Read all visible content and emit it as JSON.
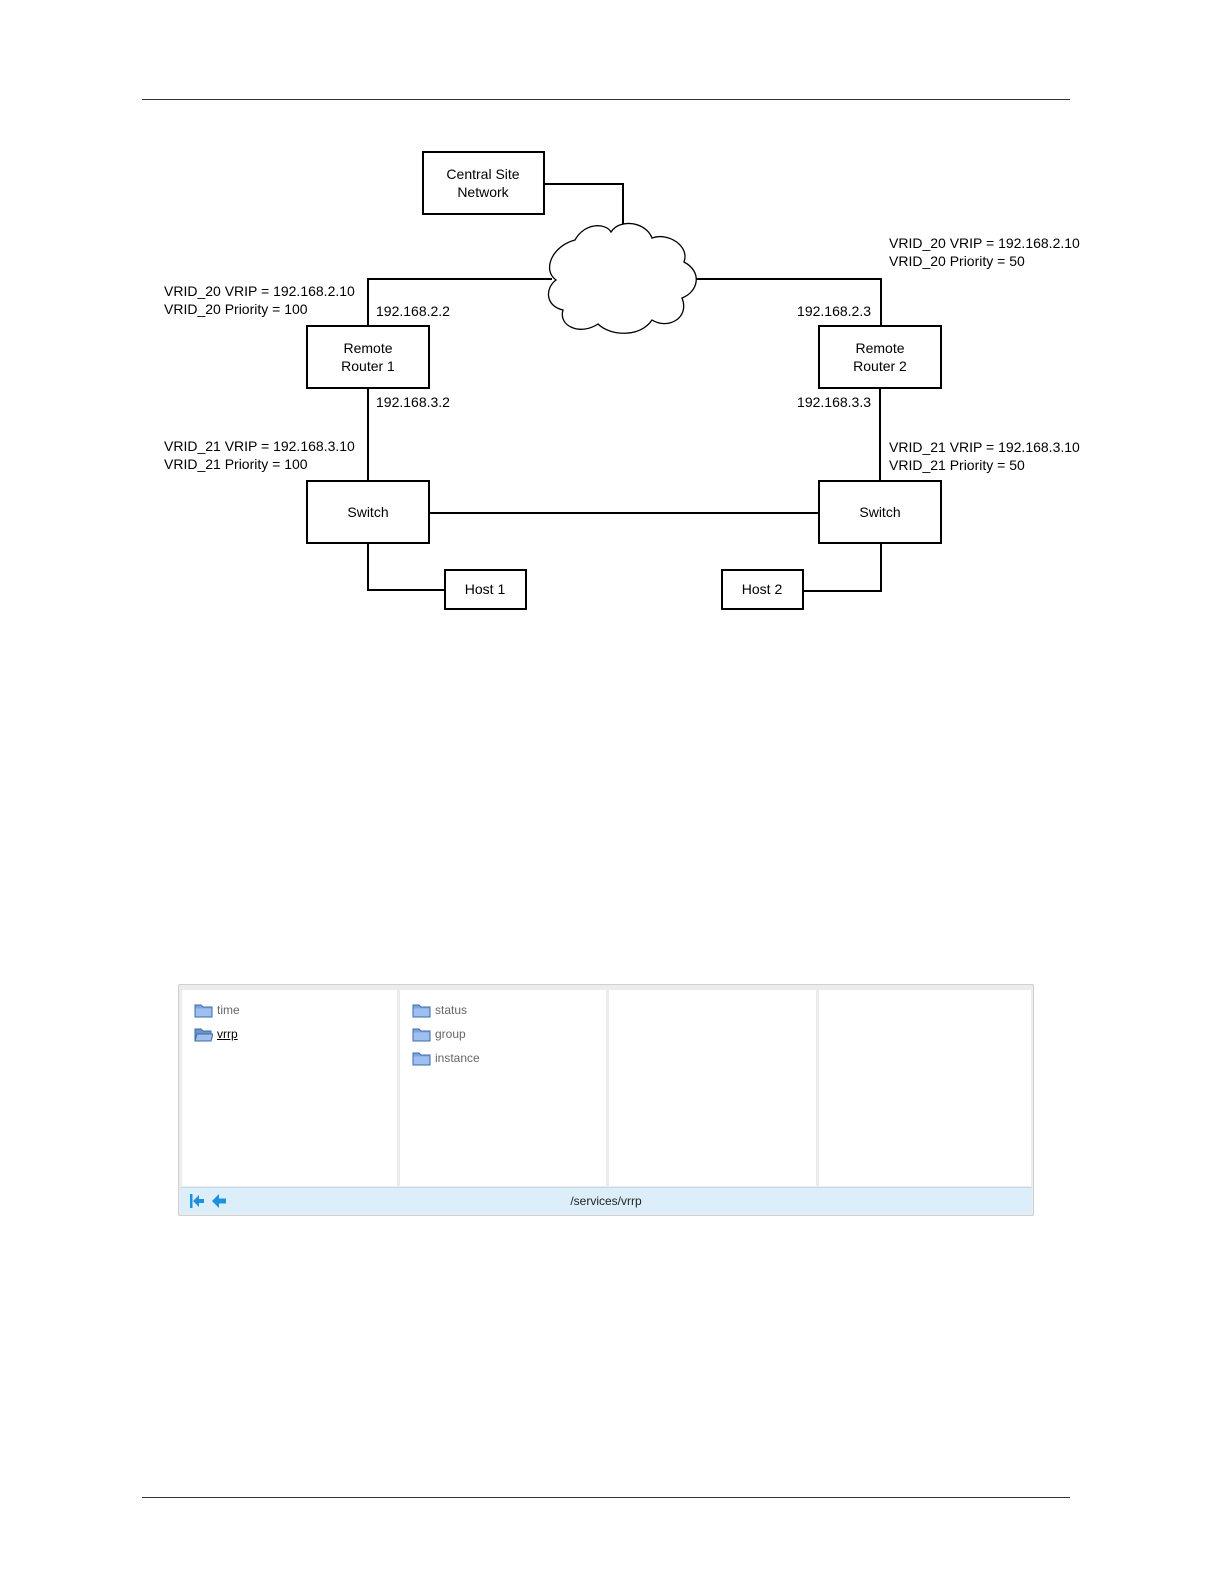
{
  "diagram": {
    "nodes": {
      "central": [
        "Central Site",
        "Network"
      ],
      "router1": [
        "Remote",
        "Router 1"
      ],
      "router2": [
        "Remote",
        "Router 2"
      ],
      "switch1": [
        "Switch"
      ],
      "switch2": [
        "Switch"
      ],
      "host1": [
        "Host 1"
      ],
      "host2": [
        "Host 2"
      ]
    },
    "interfaces": {
      "r1_wan": "192.168.2.2",
      "r1_lan": "192.168.3.2",
      "r2_wan": "192.168.2.3",
      "r2_lan": "192.168.3.3"
    },
    "annotations": {
      "r1_vrid20": [
        "VRID_20 VRIP = 192.168.2.10",
        "VRID_20 Priority = 100"
      ],
      "r1_vrid21": [
        "VRID_21 VRIP = 192.168.3.10",
        "VRID_21 Priority = 100"
      ],
      "r2_vrid20": [
        "VRID_20 VRIP = 192.168.2.10",
        "VRID_20 Priority = 50"
      ],
      "r2_vrid21": [
        "VRID_21 VRIP = 192.168.3.10",
        "VRID_21 Priority = 50"
      ]
    }
  },
  "browser": {
    "columns": [
      {
        "items": [
          {
            "label": "time",
            "selected": false
          },
          {
            "label": "vrrp",
            "selected": true
          }
        ]
      },
      {
        "items": [
          {
            "label": "status",
            "selected": false
          },
          {
            "label": "group",
            "selected": false
          },
          {
            "label": "instance",
            "selected": false
          }
        ]
      },
      {
        "items": []
      },
      {
        "items": []
      }
    ],
    "path": "/services/vrrp",
    "icons": {
      "folder": "folder-icon",
      "first": "first-page-icon",
      "back": "back-arrow-icon"
    },
    "colors": {
      "folder": "#7da6e0",
      "nav": "#1e90e0",
      "statusbar": "#dceefa"
    }
  }
}
